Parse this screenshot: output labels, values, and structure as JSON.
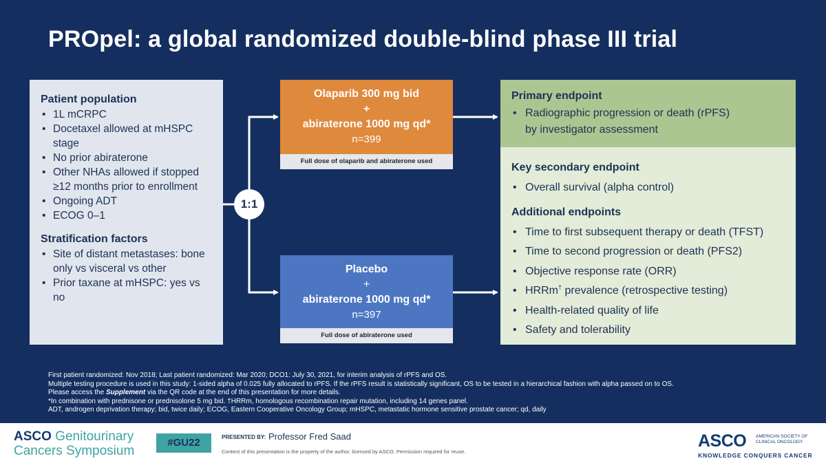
{
  "title": "PROpel: a global randomized double-blind phase III trial",
  "patient_population": {
    "heading": "Patient population",
    "items": [
      "1L mCRPC",
      "Docetaxel allowed at mHSPC stage",
      "No prior abiraterone",
      "Other NHAs allowed if stopped ≥12 months prior to enrollment",
      "Ongoing ADT",
      "ECOG 0–1"
    ]
  },
  "stratification": {
    "heading": "Stratification factors",
    "items": [
      "Site of distant metastases: bone only vs visceral vs other",
      "Prior taxane at mHSPC: yes vs no"
    ]
  },
  "ratio": "1:1",
  "arm1": {
    "line1": "Olaparib 300 mg bid",
    "plus": "+",
    "line2": "abiraterone 1000 mg qd*",
    "n": "n=399",
    "note": "Full dose of olaparib and abiraterone used"
  },
  "arm2": {
    "line1": "Placebo",
    "plus": "+",
    "line2": "abiraterone 1000 mg qd*",
    "n": "n=397",
    "note": "Full dose of abiraterone used"
  },
  "primary": {
    "heading": "Primary endpoint",
    "item_line1": "Radiographic progression or death (rPFS)",
    "item_line2": "by investigator assessment"
  },
  "key_secondary": {
    "heading": "Key secondary endpoint",
    "items": [
      "Overall survival (alpha control)"
    ]
  },
  "additional": {
    "heading": "Additional endpoints",
    "item0": "Time to first subsequent therapy or death (TFST)",
    "item1": "Time to second progression or death (PFS2)",
    "item2": "Objective response rate (ORR)",
    "item3_pre": "HRRm",
    "item3_sup": "†",
    "item3_post": " prevalence (retrospective testing)",
    "item4": "Health-related quality of life",
    "item5": "Safety and tolerability"
  },
  "footnotes": {
    "line1": "First patient randomized: Nov 2018; Last patient randomized: Mar 2020; DCO1: July 30, 2021, for interim analysis of rPFS and OS.",
    "line2": "Multiple testing procedure is used in this study: 1-sided alpha of 0.025 fully allocated to rPFS. If the rPFS result is statistically significant, OS to be tested in a hierarchical fashion with alpha passed on to OS.",
    "line3_pre": "Please access the ",
    "line3_em": "Supplement",
    "line3_post": " via the QR code at the end of this presentation for more details.",
    "line4": "*In combination with prednisone or prednisolone 5 mg bid. †HRRm, homologous recombination repair mutation, including 14 genes panel.",
    "line5": "ADT, androgen deprivation therapy; bid, twice daily; ECOG, Eastern Cooperative Oncology Group; mHSPC, metastatic hormone sensitive prostate cancer; qd, daily"
  },
  "footer": {
    "logo_asco": "ASCO",
    "logo_line1": " Genitourinary",
    "logo_line2": "Cancers Symposium",
    "hashtag": "#GU22",
    "presented_label": "PRESENTED BY:",
    "presenter": "Professor Fred Saad",
    "disclaimer": "Content of this presentation is the property of the author, licensed by ASCO. Permission required for reuse.",
    "right_logo": "ASCO",
    "right_society": "AMERICAN SOCIETY OF CLINICAL ONCOLOGY",
    "right_tagline": "KNOWLEDGE CONQUERS CANCER"
  },
  "colors": {
    "background": "#142f5f",
    "arm1": "#df893c",
    "arm2": "#4d76c2",
    "primary_box": "#abc690",
    "secondary_box": "#e3ecd8",
    "left_box": "#e1e6ee",
    "hashtag": "#3fa3a3"
  }
}
